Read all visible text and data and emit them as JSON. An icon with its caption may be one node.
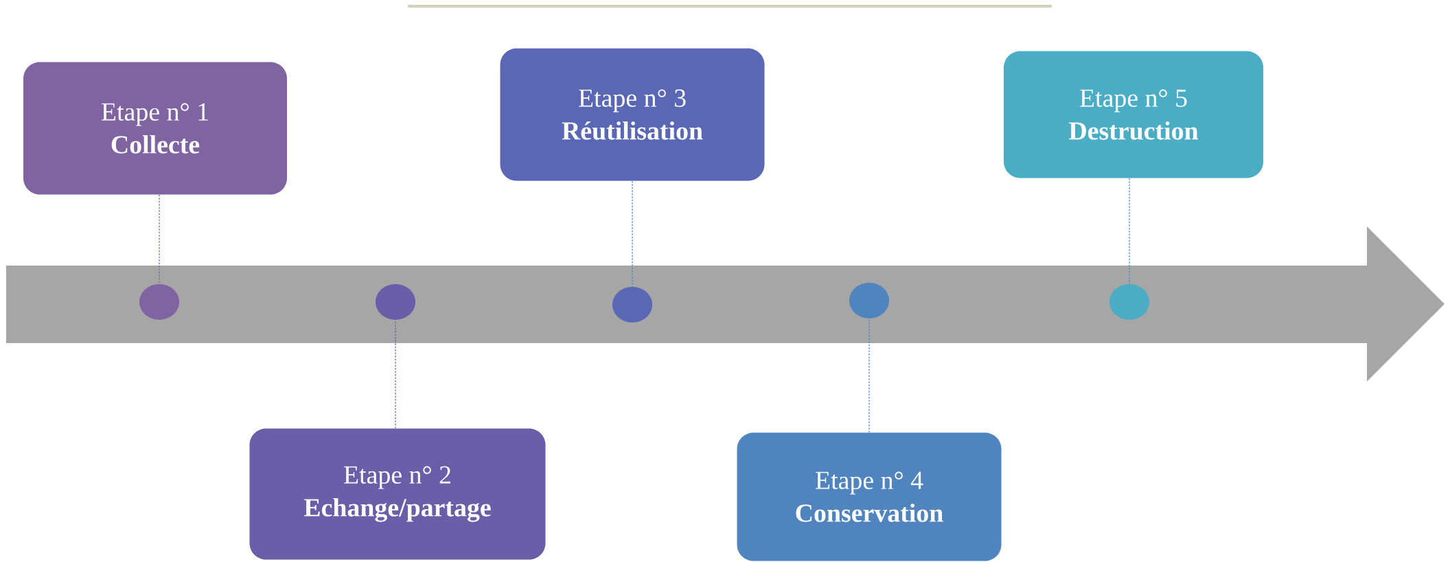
{
  "diagram": {
    "nodes": [
      {
        "text": [
          "Etape n° 1",
          "Collecte"
        ]
      },
      {
        "text": [
          "Etape n° 2",
          "Echange/partage"
        ]
      },
      {
        "text": [
          "Etape n° 3",
          "Réutilisation"
        ]
      },
      {
        "text": [
          "Etape n° 4",
          "Conservation"
        ]
      },
      {
        "text": [
          "Etape n° 5",
          "Destruction"
        ]
      },
      {
        "text": [],
        "shape": "circle"
      },
      {
        "text": [],
        "shape": "circle"
      },
      {
        "text": [],
        "shape": "circle"
      },
      {
        "text": [],
        "shape": "circle"
      },
      {
        "text": [],
        "shape": "circle"
      }
    ],
    "edges": [
      {
        "from": 0,
        "to": 5,
        "arrow": "none",
        "style": "dashed",
        "color": "#8064a2"
      },
      {
        "from": 1,
        "to": 6,
        "arrow": "none",
        "style": "dashed",
        "color": "#6a5ea8"
      },
      {
        "from": 2,
        "to": 7,
        "arrow": "none",
        "style": "dashed",
        "color": "#4f84bf"
      },
      {
        "from": 3,
        "to": 8,
        "arrow": "none",
        "style": "dashed",
        "color": "#4f84bf"
      },
      {
        "from": 4,
        "to": 9,
        "arrow": "none",
        "style": "dashed",
        "color": "#4f84bf"
      }
    ]
  }
}
